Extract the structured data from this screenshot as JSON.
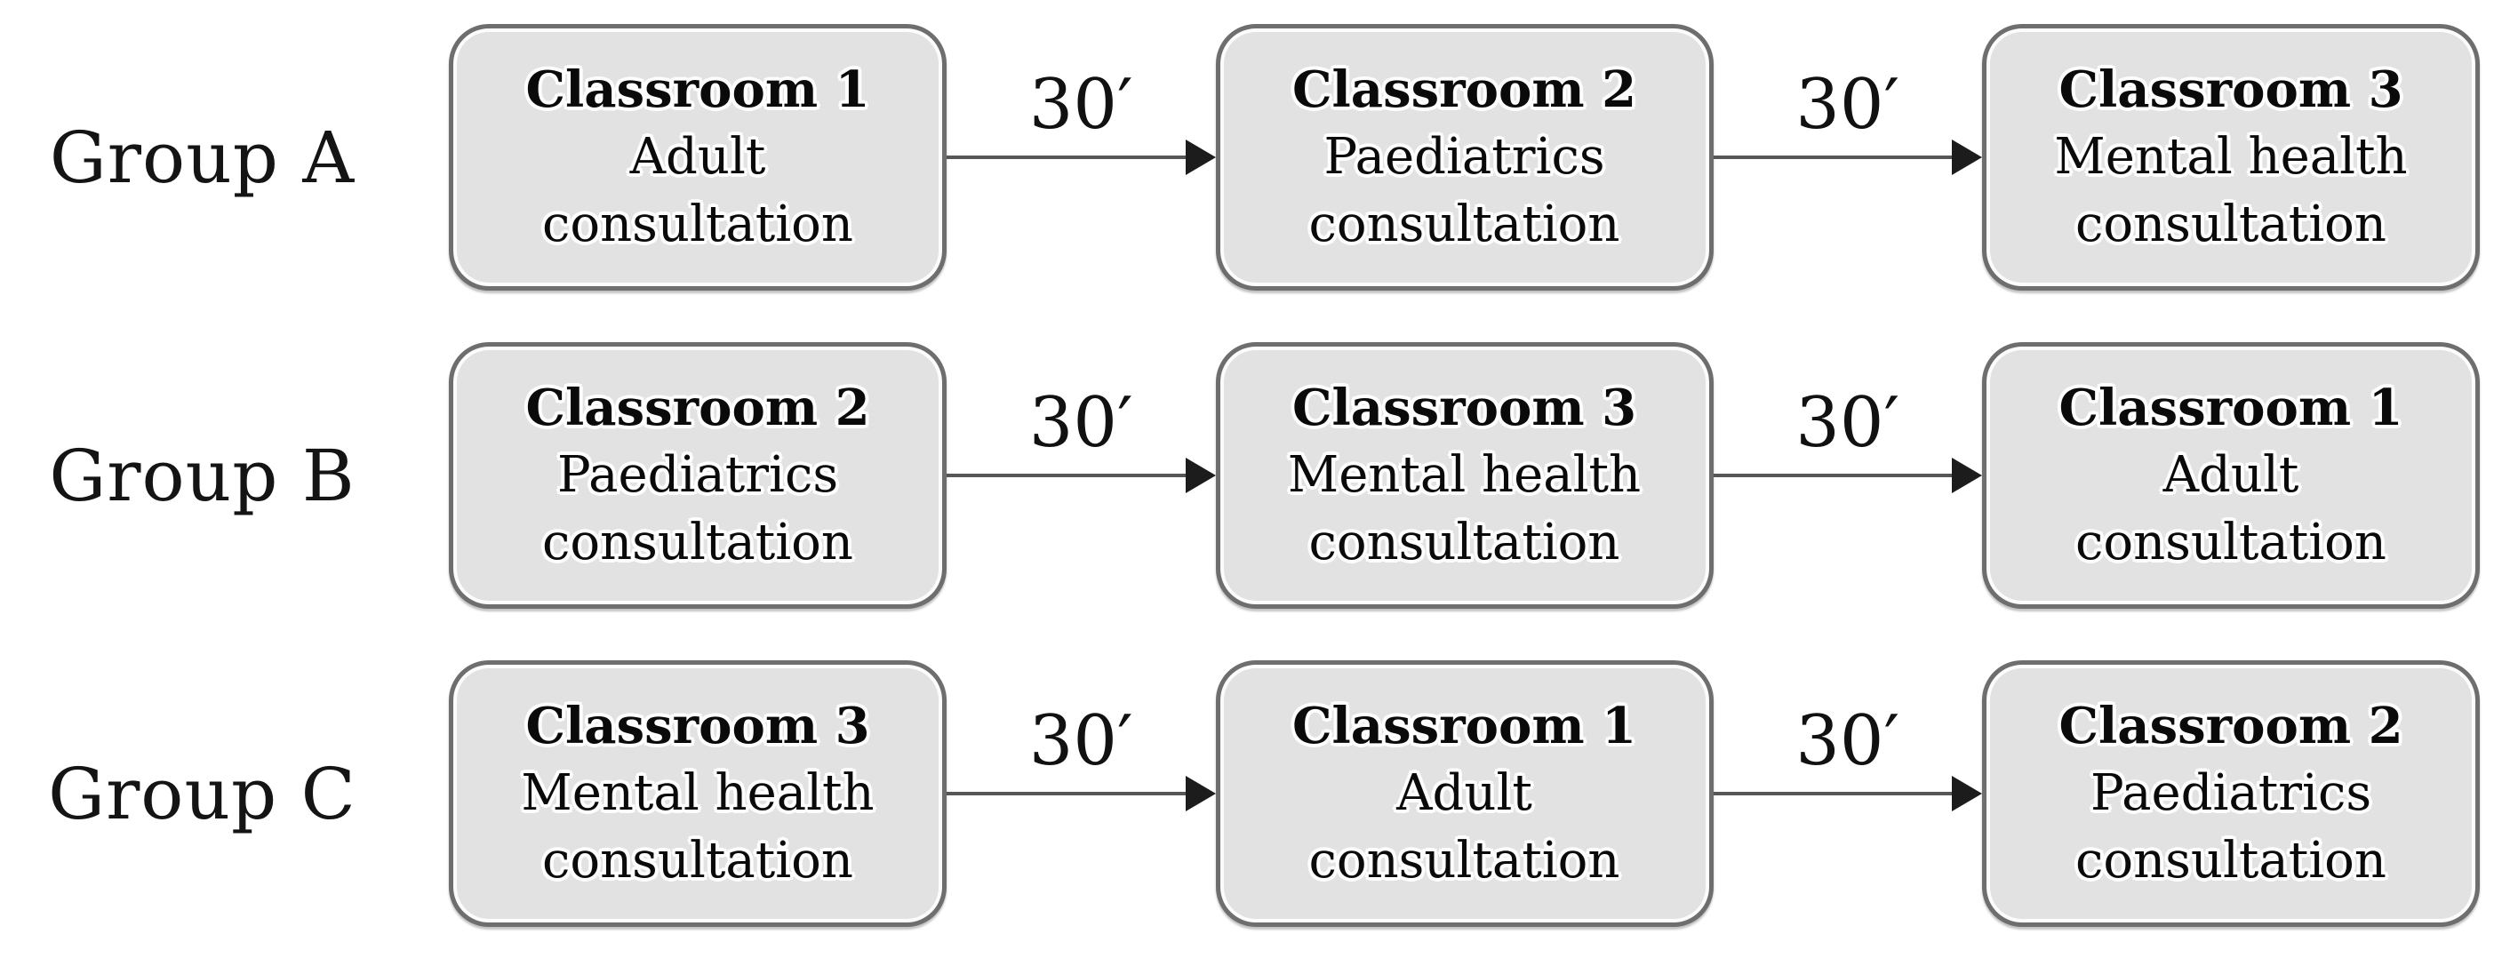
{
  "figure": {
    "description": "Three-group classroom rotation schedule with 30-minute stations",
    "colors": {
      "box_fill": "#e2e2e2",
      "box_border": "#6e6e6e",
      "arrow_line": "#565656",
      "arrow_head": "#1c1c1c",
      "text": "#0a0a0a",
      "background": "#ffffff"
    },
    "rows": [
      {
        "group": "Group A",
        "arrows": [
          "30′",
          "30′"
        ],
        "steps": [
          {
            "title": "Classroom 1",
            "line2": "Adult",
            "line3": "consultation"
          },
          {
            "title": "Classroom 2",
            "line2": "Paediatrics",
            "line3": "consultation"
          },
          {
            "title": "Classroom 3",
            "line2": "Mental health",
            "line3": "consultation"
          }
        ]
      },
      {
        "group": "Group B",
        "arrows": [
          "30′",
          "30′"
        ],
        "steps": [
          {
            "title": "Classroom 2",
            "line2": "Paediatrics",
            "line3": "consultation"
          },
          {
            "title": "Classroom 3",
            "line2": "Mental health",
            "line3": "consultation"
          },
          {
            "title": "Classroom 1",
            "line2": "Adult",
            "line3": "consultation"
          }
        ]
      },
      {
        "group": "Group C",
        "arrows": [
          "30′",
          "30′"
        ],
        "steps": [
          {
            "title": "Classroom 3",
            "line2": "Mental health",
            "line3": "consultation"
          },
          {
            "title": "Classroom 1",
            "line2": "Adult",
            "line3": "consultation"
          },
          {
            "title": "Classroom 2",
            "line2": "Paediatrics",
            "line3": "consultation"
          }
        ]
      }
    ]
  }
}
